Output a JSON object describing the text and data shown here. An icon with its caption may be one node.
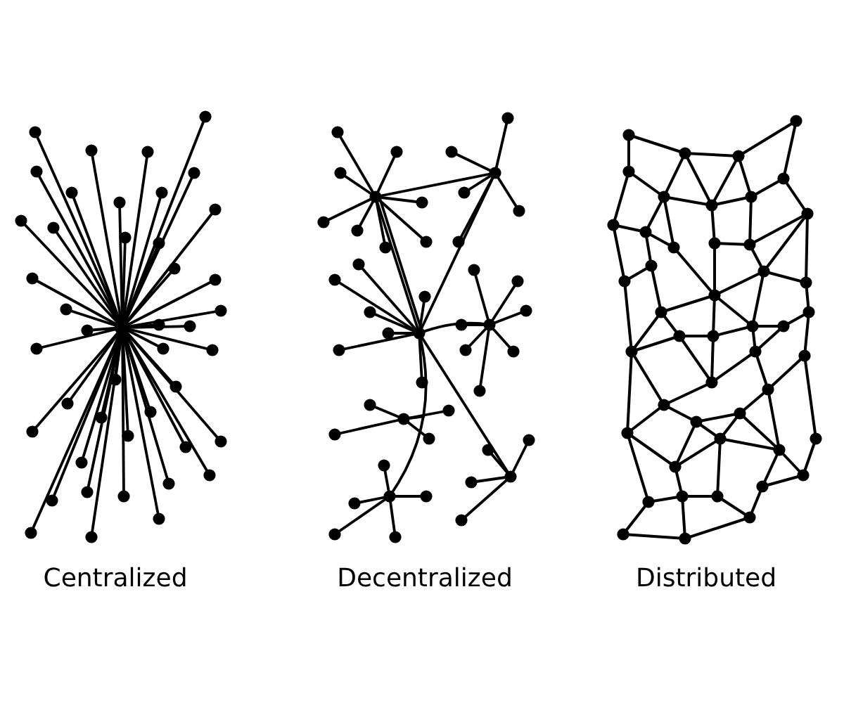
{
  "diagram": {
    "labels": [
      "Centralized",
      "Decentralized",
      "Distributed"
    ]
  }
}
